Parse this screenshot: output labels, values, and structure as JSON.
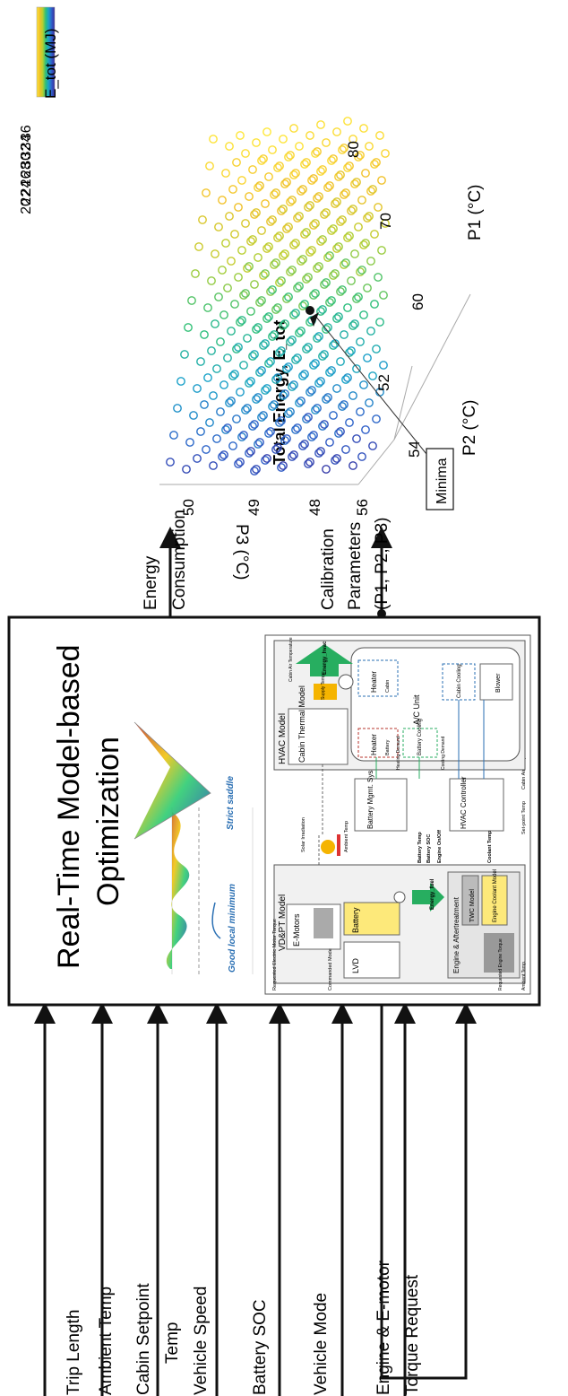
{
  "inputs": {
    "labels": [
      [
        "Trip Length"
      ],
      [
        "Ambient Temp"
      ],
      [
        "Cabin Setpoint",
        "Temp"
      ],
      [
        "Vehicle Speed"
      ],
      [
        "Battery SOC"
      ],
      [
        "Vehicle Mode"
      ],
      [
        "Engine & E-motor",
        "Torque Request"
      ]
    ]
  },
  "optimizer": {
    "title_line1": "Real-Time Model-based",
    "title_line2": "Optimization",
    "good_local_minimum": "Good local minimum",
    "strict_saddle": "Strict saddle"
  },
  "vdpt": {
    "title": "VD&PT Model",
    "emotors": "E-Motors",
    "battery": "Battery",
    "lvd": "LVD",
    "engine_aftertreatment": "Engine & Aftertreatment",
    "twc_model": "TWC Model",
    "engine_coolant_model": "Engine Coolant Model",
    "energy_fuel": "Energy_fuel",
    "in_requested_emotor_torque": "Requested Electric Motor Torque",
    "in_commanded_mode": "Commanded Mode",
    "in_requested_engine_torque": "Requested Engine Torque",
    "in_ambient_temp": "Ambient Temp."
  },
  "middle": {
    "battery_mgmt": "Battery Mgmt. System",
    "hvac_controller": "HVAC Controller",
    "solar_irradiation": "Solar Irradiation",
    "ambient_temp": "Ambient Temp",
    "battery_temp": "Battery Temp",
    "battery_soc": "Battery SOC",
    "engine_on_off": "Engine On/Off",
    "coolant_temp": "Coolant Temp",
    "setpoint_temp": "Set-point Temp",
    "cabin_air_temp": "Cabin Air Temp"
  },
  "hvac": {
    "title": "HVAC Model",
    "cabin_thermal": "Cabin Thermal Model",
    "heater_battery": "Heater",
    "heater_battery_sub": "Battery",
    "battery_cooling": "Battery Cooling",
    "ac_unit": "A/C Unit",
    "cabin_cooling": "Cabin Cooling",
    "heater_cabin": "Heater",
    "heater_cabin_sub": "Cabin",
    "blower": "Blower",
    "supply_temp": "Supply Temp",
    "cabin_air_temperature": "Cabin Air Temperature",
    "energy_hvac": "Energy_hvac",
    "heating_demand": "Heating Demand",
    "cooling_demand": "Cooling Demand"
  },
  "outputs": {
    "energy": [
      "Energy",
      "Consumption"
    ],
    "calibration": [
      "Calibration",
      "Parameters",
      "(P1, P2, P3)"
    ]
  },
  "plot": {
    "title": "Total Energy, E_tot",
    "xlabel": "P1 (°C)",
    "ylabel": "P2 (°C)",
    "zlabel": "P3 (°C)",
    "minima_label": "Minima",
    "colorbar_label": "E_tot (MJ)"
  },
  "chart_data": {
    "type": "scatter",
    "title": "Total Energy, E_tot",
    "xlabel": "P1 (°C)",
    "ylabel": "P2 (°C)",
    "zlabel": "P3 (°C)",
    "x_ticks": [
      60,
      70,
      80
    ],
    "y_ticks": [
      52,
      54,
      56
    ],
    "z_ticks": [
      48,
      49,
      50
    ],
    "colorbar_ticks": [
      20,
      22,
      24,
      26,
      28,
      30,
      32,
      34,
      36
    ],
    "color_range": [
      19,
      37
    ],
    "colormap": [
      "#3b2a98",
      "#2f5fc9",
      "#1aa3c9",
      "#2dbf7a",
      "#b8cf2f",
      "#f2c12a",
      "#ffe93a"
    ],
    "colorbar_label": "E_tot (MJ)",
    "minima_annotation": "Minima"
  }
}
